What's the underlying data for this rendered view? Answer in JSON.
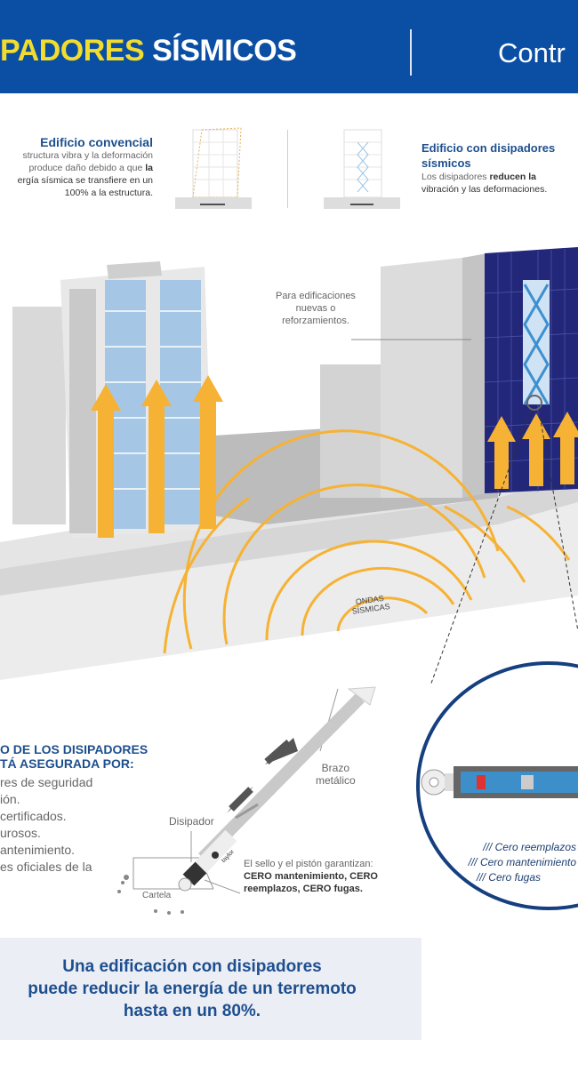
{
  "header": {
    "title_highlight": "PADORES",
    "title_rest": "SÍSMICOS",
    "right_title": "Contr"
  },
  "comparison": {
    "conventional": {
      "title": "Edificio convencial",
      "line1": "structura vibra y la deformación",
      "line2_a": "produce daño debido a que ",
      "line2_b": "la",
      "line3": "ergía sísmica se transfiere en un",
      "line4": "100% a la estructura."
    },
    "dissipators": {
      "title_l1": "Edificio con disipadores",
      "title_l2": "sísmicos",
      "line1_a": "Los disipadores ",
      "line1_b": "reducen la",
      "line2": "vibración y las deformaciones."
    }
  },
  "scene": {
    "callout_new": [
      "Para edificaciones",
      "nuevas o",
      "reforzamientos."
    ],
    "waves_label": [
      "ONDAS",
      "SÍSMICAS"
    ]
  },
  "quality": {
    "heading_l1": "O DE LOS DISIPADORES",
    "heading_l2": "TÁ ASEGURADA POR:",
    "items": [
      "res de seguridad",
      "ión.",
      "certificados.",
      "urosos.",
      "antenimiento.",
      "es oficiales de la"
    ]
  },
  "device": {
    "arm_label": [
      "Brazo",
      "metálico"
    ],
    "dissipator_label": "Disipador",
    "gusset_label": "Cartela",
    "brand": "taylor",
    "seal_intro": "El sello y el pistón garantizan:",
    "seal_l2": "CERO mantenimiento, CERO",
    "seal_l3": "reemplazos, CERO fugas."
  },
  "detail_circle": {
    "items": [
      "/// Cero reemplazos",
      "/// Cero mantenimiento",
      "/// Cero fugas"
    ]
  },
  "footer": {
    "line1": "Una edificación con disipadores",
    "line2": "puede reducir la energía de un terremoto",
    "line3": "hasta en un 80%."
  },
  "colors": {
    "brand_blue": "#0b4fa4",
    "accent_yellow": "#f2dc2e",
    "arrow_orange": "#f6b234",
    "text_blue": "#1d4f8e"
  }
}
